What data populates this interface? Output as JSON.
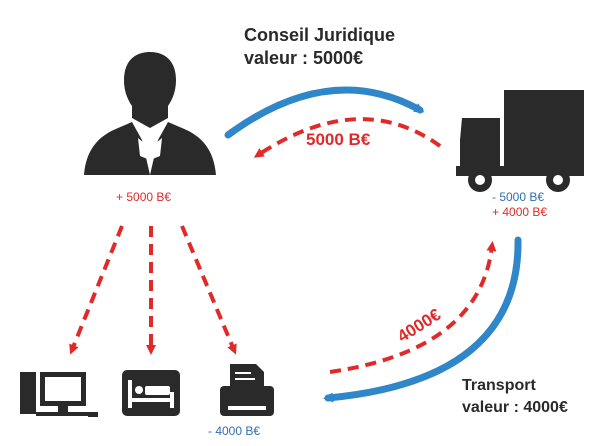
{
  "top_transfer": {
    "title": "Conseil Juridique",
    "value": "valeur : 5000€",
    "barter_amount": "5000 B€"
  },
  "right_transfer": {
    "title": "Transport",
    "value": "valeur : 4000€",
    "barter_amount": "4000€"
  },
  "person": {
    "icon": "lawyer-icon",
    "balance": "+ 5000 B€"
  },
  "truck": {
    "icon": "truck-icon",
    "debit": "- 5000 B€",
    "credit": "+ 4000 B€"
  },
  "items": [
    {
      "icon": "computer-icon"
    },
    {
      "icon": "hotel-bed-icon"
    },
    {
      "icon": "printer-icon",
      "amount": "- 4000 B€"
    }
  ],
  "colors": {
    "solid_arrow": "#2f86c8",
    "dashed_arrow": "#e02a2a",
    "icon": "#2a2a2a",
    "debit_text": "#2f6fb0",
    "credit_text": "#e02a2a"
  }
}
